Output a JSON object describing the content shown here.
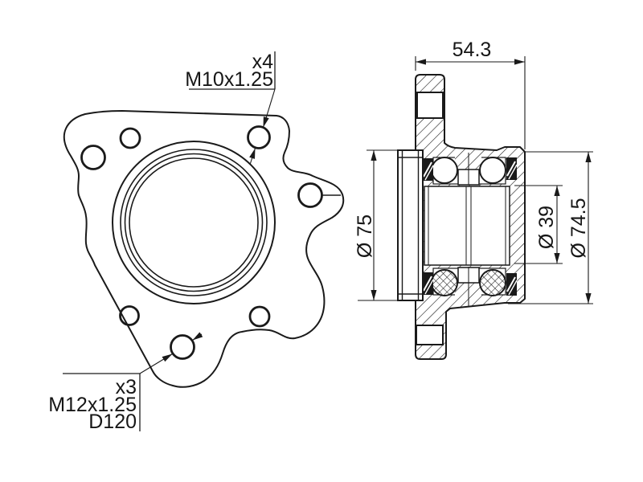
{
  "drawing": {
    "type": "wheel hub bearing technical drawing",
    "colors": {
      "line": "#1a1a1a",
      "background": "#ffffff"
    },
    "front_view": {
      "callout_top": {
        "qty": "x4",
        "thread": "M10x1.25"
      },
      "callout_bottom": {
        "qty": "x3",
        "thread": "M12x1.25",
        "bolt_circle": "D120"
      }
    },
    "section_view": {
      "dims": {
        "width": "54.3",
        "flange": "Ø 75",
        "bore": "Ø 39",
        "outer": "Ø 74.5"
      }
    }
  }
}
